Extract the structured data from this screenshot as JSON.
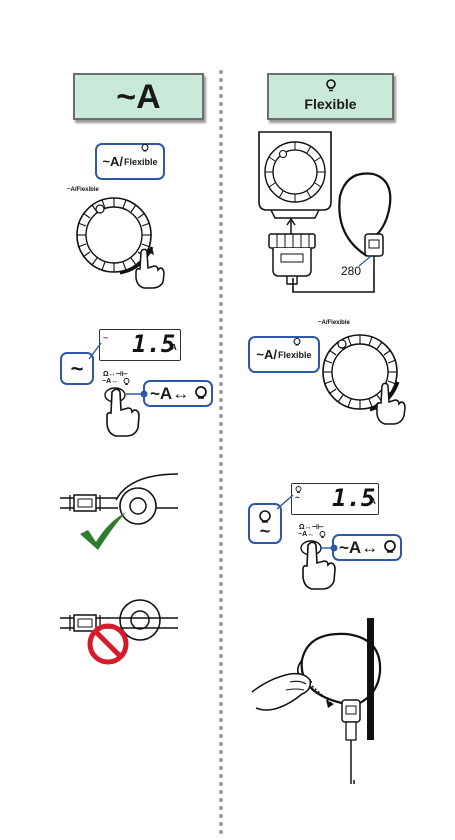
{
  "left_mode": {
    "symbol": "~A"
  },
  "right_mode": {
    "label": "Flexible"
  },
  "left_steps": {
    "step1_callout": {
      "symbol": "~A/",
      "label": "Flexible"
    },
    "step1_dial_label": "~A/Flexible",
    "step2_callout_symbol": "~",
    "step2_lcd_value": "1.5",
    "step2_lcd_unit": "A",
    "step2_button_label_top": "Ω↔⊣⊢",
    "step2_button_label_bottom": "~A↔",
    "step2_callout2_text": "~A↔"
  },
  "right_steps": {
    "step1_part_number": "280",
    "step2_callout": {
      "symbol": "~A/",
      "label": "Flexible"
    },
    "step2_dial_label": "~A/Flexible",
    "step3_callout_symbol": "~",
    "step3_lcd_value": "1.5",
    "step3_lcd_unit": "A",
    "step3_button_label_top": "Ω↔⊣⊢",
    "step3_button_label_bottom": "~A↔",
    "step3_callout2_text": "~A↔"
  },
  "colors": {
    "mode_bg": "#c9ead8",
    "callout_border": "#2f57a8",
    "check": "#2e7d2e",
    "prohibit": "#d81b2a",
    "lcd_tilde": "#c0392b"
  },
  "icons": [
    "bulb-icon",
    "check-icon",
    "prohibit-icon",
    "hand-icon",
    "dial-icon",
    "clamp-icon",
    "flex-probe-icon"
  ]
}
